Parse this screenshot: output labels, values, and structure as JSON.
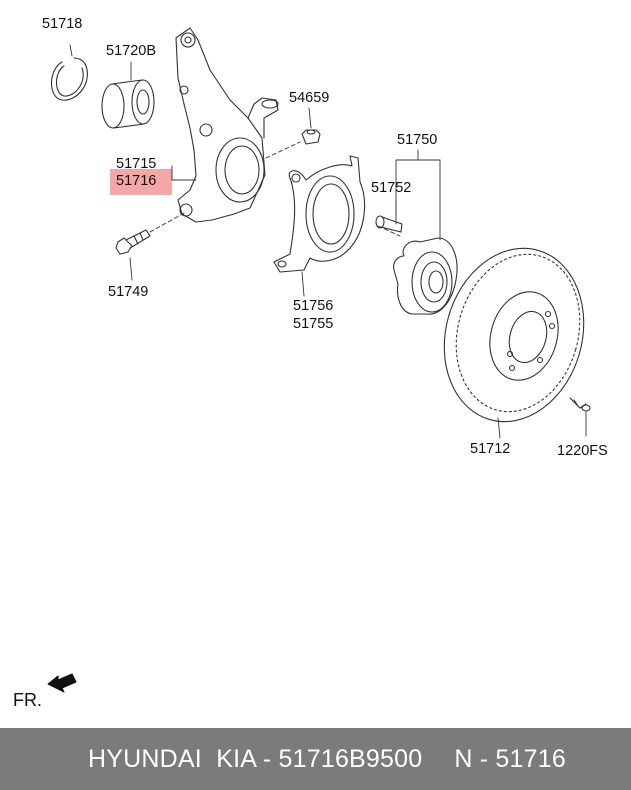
{
  "labels": {
    "p51718": "51718",
    "p51720b": "51720B",
    "p54659": "54659",
    "p51750": "51750",
    "p51715": "51715",
    "p51716": "51716",
    "p51752": "51752",
    "p51749": "51749",
    "p51756": "51756",
    "p51755": "51755",
    "p51712": "51712",
    "p1220fs": "1220FS"
  },
  "front_marker": "FR.",
  "footer": {
    "brand": "HYUNDAI  KIA - 51716B9500",
    "part": "N - 51716"
  },
  "colors": {
    "highlight": "#f4a7a7",
    "footer_bg": "#7b7b7b"
  }
}
